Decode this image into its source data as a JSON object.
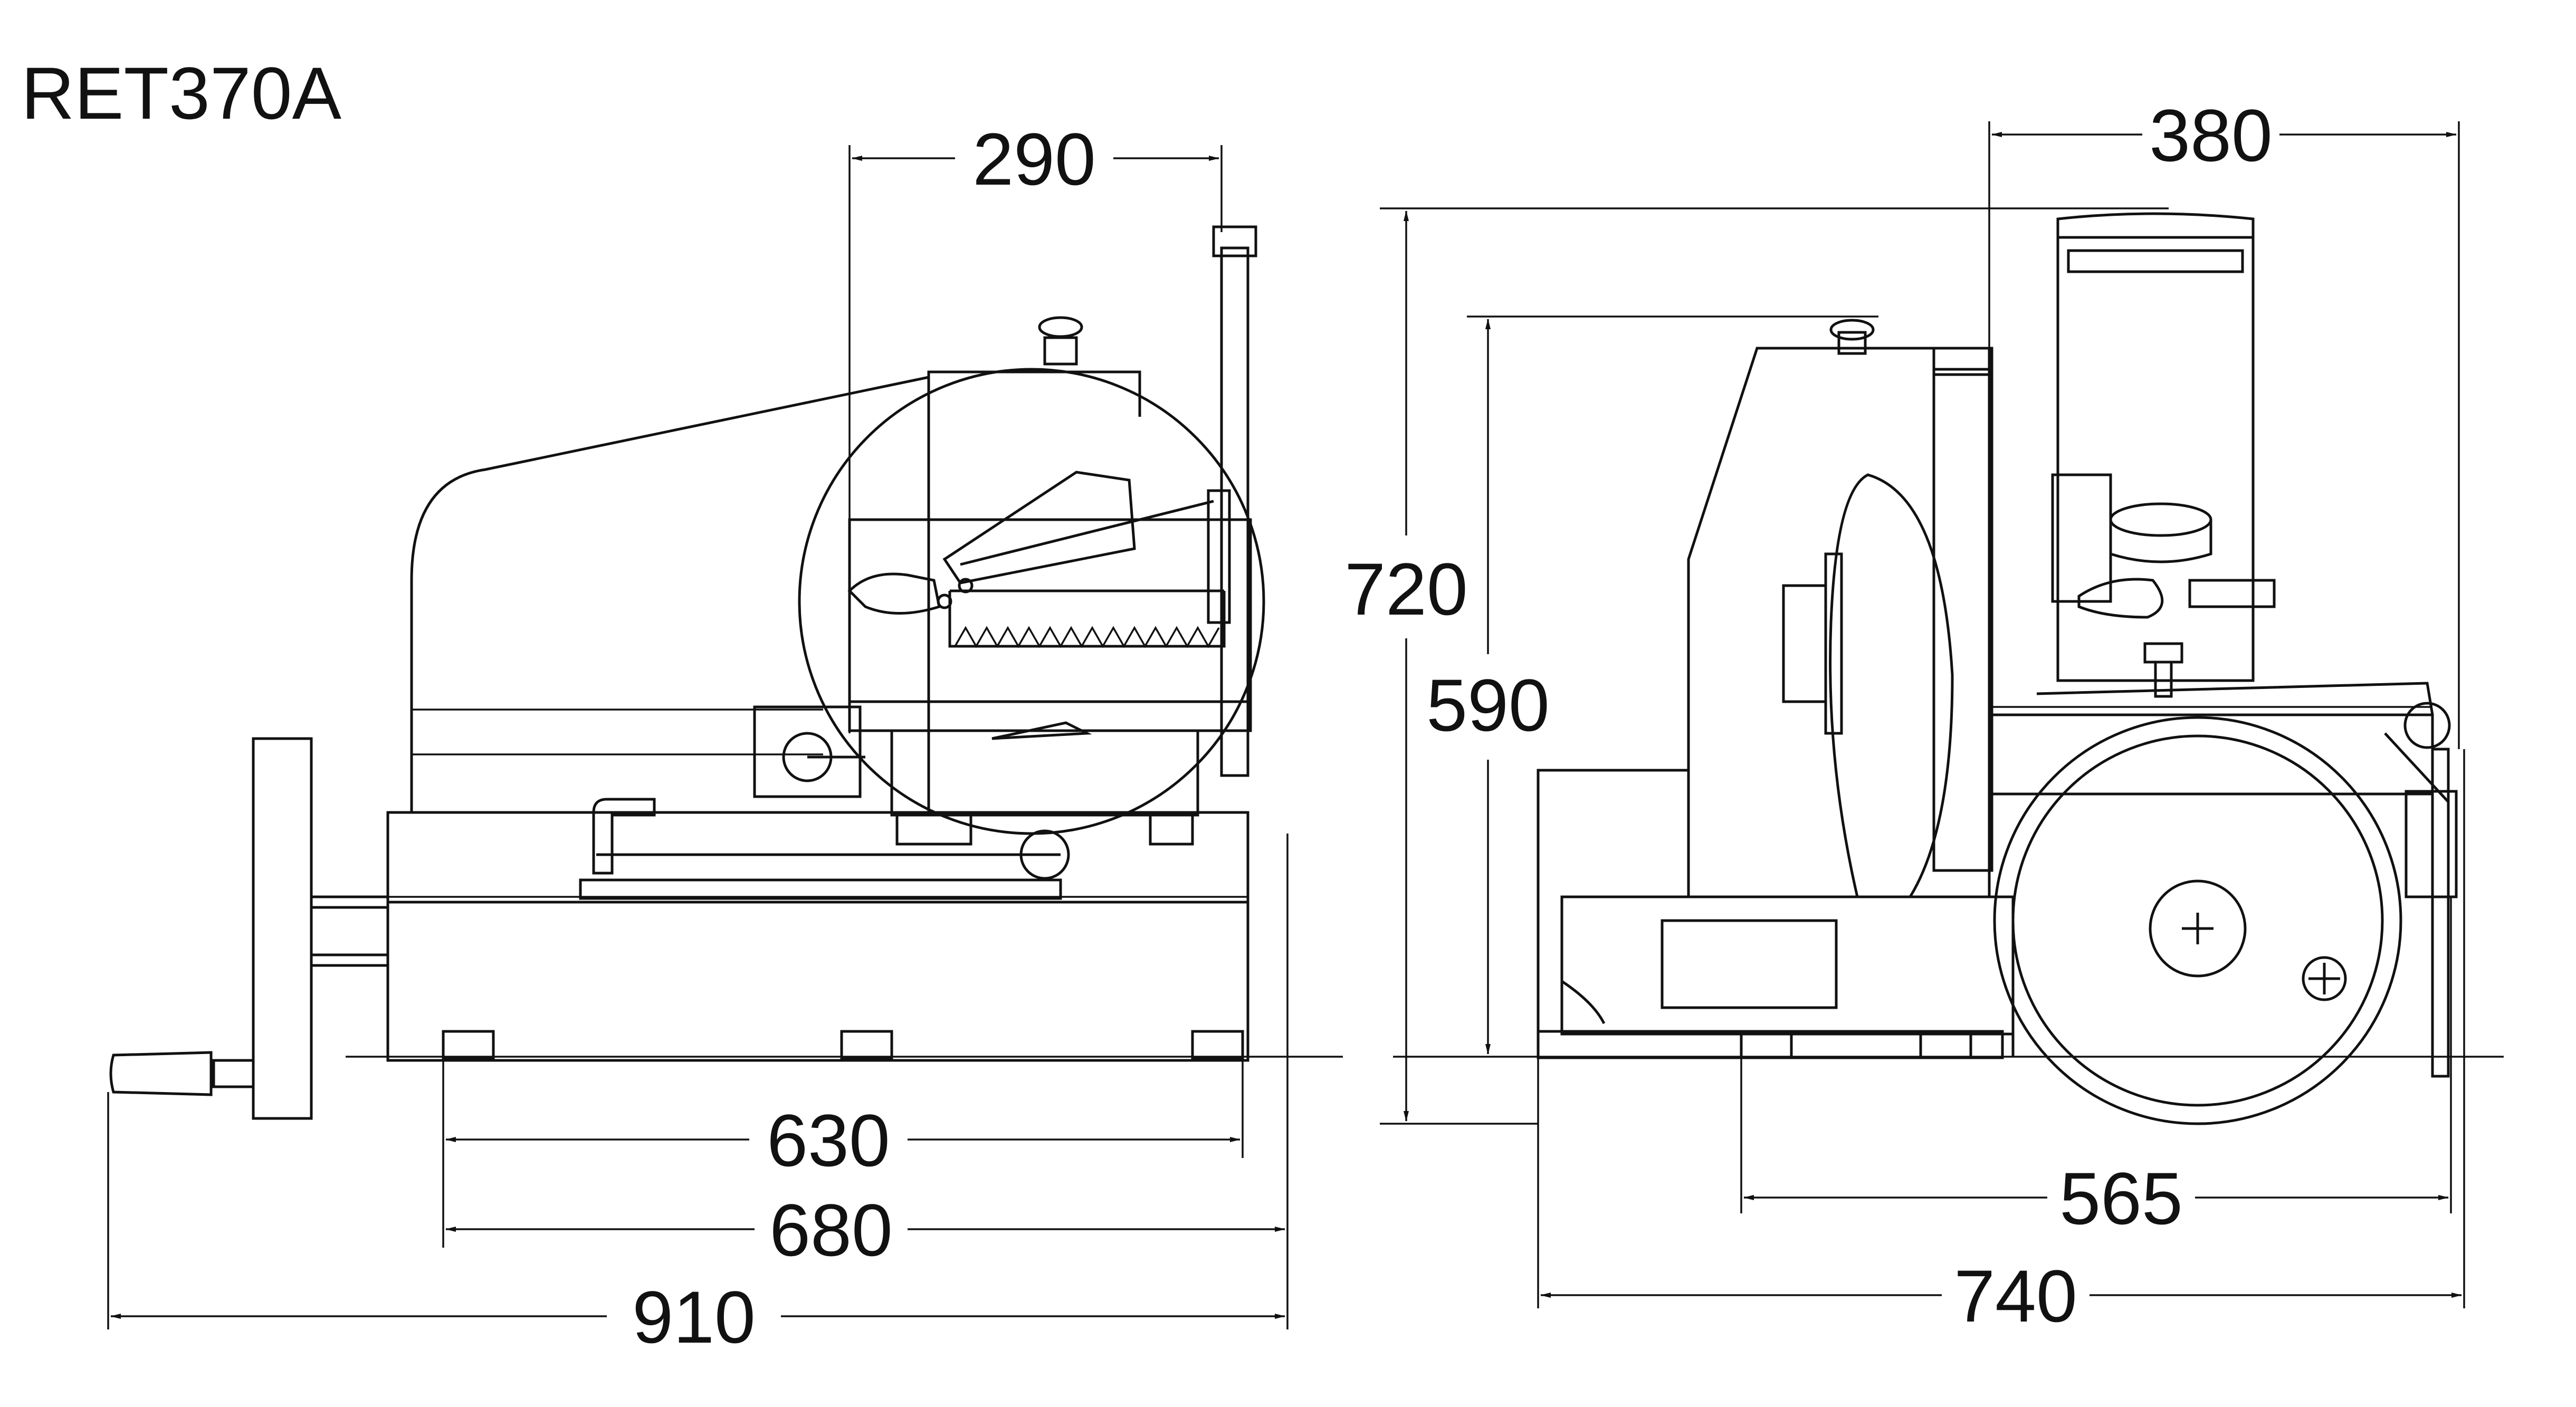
{
  "model": "RET370A",
  "dimensions": {
    "front_view": {
      "top_width": "290",
      "feet_width": "630",
      "base_width": "680",
      "overall_width": "910"
    },
    "side_view": {
      "top_width": "380",
      "overall_height": "720",
      "body_height": "590",
      "feet_depth": "565",
      "overall_depth": "740"
    }
  },
  "colors": {
    "line": "#111111",
    "background": "#ffffff"
  }
}
